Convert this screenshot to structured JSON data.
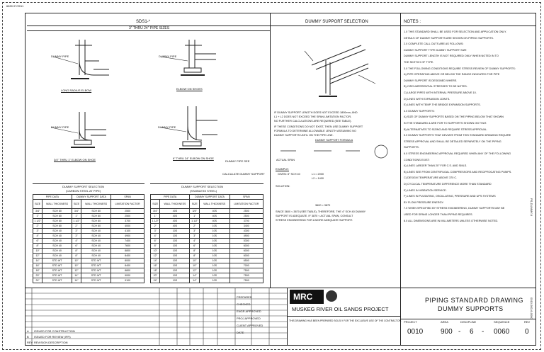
{
  "header_ref": "6830 07/2011",
  "section_title": "SDS1-*",
  "section_subtitle": "3\" THRU 24\" PIPE SIZES",
  "center_title": "DUMMY SUPPORT SELECTION",
  "notes_title": "NOTES :",
  "sketches": [
    {
      "id": "s1",
      "caption": "LONG RADIUS ELBOW",
      "label": "DUMMY PIPE"
    },
    {
      "id": "s2",
      "caption": "ELBOW ON SHOES",
      "label": "DUMMY PIPE"
    },
    {
      "id": "s3",
      "caption": "3/4\" THRU 1\" ELBOW ON SHOE",
      "label": "DUMMY PIPE"
    },
    {
      "id": "s4",
      "caption": "6\" THRU 24\" ELBOW ON SHOE",
      "label": "DUMMY PIPE"
    }
  ],
  "tables": [
    {
      "title": "DUMMY SUPPORT SELECTION",
      "subtitle": "(CARBON STEEL AT PIPE)",
      "group_headers": [
        "PIPE DATA",
        "DUMMY SUPPORT DATA",
        "SPAN"
      ],
      "columns": [
        "SIZE",
        "WALL THICKNESS",
        "SIZE",
        "WALL THICKNESS",
        "LIMITATION FACTOR"
      ],
      "rows": [
        [
          "3/4\"",
          "SCH 80",
          "3/4\"",
          "SCH 80",
          "2500"
        ],
        [
          "1\"",
          "SCH 80",
          "1\"",
          "SCH 80",
          "2500"
        ],
        [
          "1 1/2\"",
          "SCH 80",
          "1 1/2\"",
          "SCH 80",
          "3700"
        ],
        [
          "2\"",
          "SCH 80",
          "2\"",
          "SCH 80",
          "4000"
        ],
        [
          "3\"",
          "SCH 40",
          "3\"",
          "SCH 40",
          "4100"
        ],
        [
          "4\"",
          "SCH 40",
          "3\"",
          "SCH 40",
          "4900"
        ],
        [
          "6\"",
          "SCH 40",
          "4\"",
          "SCH 40",
          "7400"
        ],
        [
          "8\"",
          "SCH 40",
          "6\"",
          "SCH 40",
          "7600"
        ],
        [
          "10\"",
          "SCH 40",
          "8\"",
          "SCH 40",
          "8800"
        ],
        [
          "12\"",
          "SCH 40",
          "8\"",
          "SCH 40",
          "8400"
        ],
        [
          "14\"",
          "STD WT",
          "10\"",
          "STD WT",
          "8000"
        ],
        [
          "16\"",
          "STD WT",
          "10\"",
          "STD WT",
          "8400"
        ],
        [
          "18\"",
          "STD WT",
          "12\"",
          "STD WT",
          "8800"
        ],
        [
          "20\"",
          "STD WT",
          "14\"",
          "STD WT",
          "9000"
        ],
        [
          "24\"",
          "STD WT",
          "14\"",
          "STD WT",
          "9100"
        ]
      ]
    },
    {
      "title": "DUMMY SUPPORT SELECTION",
      "subtitle": "(STAINLESS STEEL)",
      "group_headers": [
        "PIPE DATA",
        "DUMMY SUPPORT DATA",
        "SPAN"
      ],
      "columns": [
        "SIZE",
        "WALL THICKNESS",
        "SIZE",
        "WALL THICKNESS",
        "LIMITATION FACTOR"
      ],
      "rows": [
        [
          "3/4\"",
          "40S",
          "3/4\"",
          "40S",
          "2500"
        ],
        [
          "1\"",
          "40S",
          "1\"",
          "40S",
          "2500"
        ],
        [
          "1 1/2\"",
          "40S",
          "1 1/2\"",
          "40S",
          "3700"
        ],
        [
          "2\"",
          "40S",
          "2\"",
          "10S",
          "3400"
        ],
        [
          "3\"",
          "10S",
          "3\"",
          "10S",
          "4300"
        ],
        [
          "4\"",
          "10S",
          "3\"",
          "10S",
          "4900"
        ],
        [
          "6\"",
          "10S",
          "4\"",
          "10S",
          "5300"
        ],
        [
          "8\"",
          "10S",
          "6\"",
          "10S",
          "6000"
        ],
        [
          "10\"",
          "10S",
          "8\"",
          "10S",
          "6000"
        ],
        [
          "12\"",
          "10S",
          "8\"",
          "10S",
          "6000"
        ],
        [
          "14\"",
          "10S",
          "10\"",
          "10S",
          "6500"
        ],
        [
          "16\"",
          "10S",
          "10\"",
          "10S",
          "7000"
        ],
        [
          "18\"",
          "10S",
          "12\"",
          "10S",
          "7500"
        ],
        [
          "20\"",
          "10S",
          "14\"",
          "10S",
          "7500"
        ],
        [
          "24\"",
          "10S",
          "14\"",
          "10S",
          "7500"
        ]
      ]
    }
  ],
  "center_text": {
    "cond1": "IF DUMMY SUPPORT LENGTH DOES NOT EXCEED 1800mm, AND",
    "cond2": "L1 + L2 DOES NOT EXCEED THE SPAN LIMITATION FACTOR,",
    "cond3": "NO FURTHER CALCULATIONS ARE REQUIRED (SEE TABLE).",
    "cond4": "IF THESE CONDITIONS DO NOT EXIST, THEN USE DUMMY SUPPORT",
    "cond5": "FORMULA TO DETERMINE ALLOWABLE LENGTH ASSUMING NO",
    "cond6": "DUMMY SUPPORTS UNTIL ON THE PIPE LINE.",
    "formula_title": "DUMMY SUPPORT FORMULA",
    "actual_span": "ACTUAL SPAN",
    "example": "EXAMPLE:",
    "ex_given": "GIVEN: 8\" SCH 40",
    "ex_l1": "L1 = 2000",
    "ex_l2": "L2 = 1400",
    "solution": "SOLUTION:",
    "result": "3600 < 3870",
    "closing1": "SINCE 3600 < 3870 (SEE TABLE), THEREFORE, THE 4\" SCH 40 DUMMY",
    "closing2": "SUPPORT IS ADEQUATE. IF 3870 < ACTUAL SPAN, CONSULT",
    "closing3": "STRESS ENGINEERING FOR A MORE ADEQUATE SUPPORT."
  },
  "dummy_pipe_label": "DUMMY PIPE SEE",
  "dummy_pipe_note": "CALCULATE DUMMY SUPPORT",
  "notes": [
    "1.0  THIS STANDARD SHALL BE USED FOR SELECTION AND APPLICATION ONLY.",
    "      DETAILS OF DUMMY SUPPORTS ARE SHOWN ON PIPING SUPPORTS.",
    "2.0  COMPLETE CALL OUTS ARE AS FOLLOWS:",
    "      DUMMY SUPPORT TYPE          DUMMY SUPPORT SIZE",
    "      DUMMY SUPPORT LENGTH IS NOT REQUIRED ONLY WHEN NOTED IN TO",
    "      THE SKETCH OF TYPE.",
    "3.0  THE FOLLOWING CONDITIONS REQUIRE STRESS REVIEW OF DUMMY SUPPORTS:",
    "      A) PIPE OPERATING ABOVE OR BELOW THE RANGE INDICATED FOR PIPE",
    "          DUMMY SUPPORT IS DESIGNED WHERE.",
    "      B) CIRCUMFERENTIAL STRESSES TO BE NOTED.",
    "      C) LARGE PIPES WITH INTERNAL PRESSURE ABOVE 10.",
    "      D) LINES WITH EXPANSION JOINTS.",
    "      E) LINES WITH TEMP. THE BRIDGE EXPANSION SUPPORTS.",
    "4.0  DUMMY SUPPORTS:",
    "      A) SIZE OF DUMMY SUPPORTS BASED ON THE PIPING BELOW THAT SHOWN",
    "          IN THE STANDARD & ARE FOR TO SUPPORTS SHOWN ON THAT.",
    "      B) ALTERNATIVES TO SIZING AND REQUIRE STRESS APPROVAL.",
    "5.0  DUMMY SUPPORTS THAT DEVIATE FROM THIS STANDARD DRAWING REQUIRE",
    "      STRESS APPROVAL AND SHALL BE DETAILED SEPARATELY ON THE PIPING",
    "      SUPPORTS.",
    "6.0  STRESS ENGINEERING APPROVAL REQUIRED WHEN ANY OF THE FOLLOWING",
    "      CONDITIONS EXIST:",
    "      A) LINES LARGER THAN 20\" FOR C.S. AND SMLS.",
    "      B) LINES SEE FROM CENTRIFUGAL COMPRESSORS AND RECIPROCATING PUMPS.",
    "      C) DESIGN TEMPERATURE ABOVE 370 C.",
    "      D) CYCLICAL TEMPERATURE DIFFERENCE MORE THAN STANDARD",
    "      E) LINES IN VIBRATION SERVICE.",
    "      F) LINES IN PULSATING, OSCILLATING, PRESSURE AND UPS SYSTEMS",
    "          BY FLOW PRESSURE ENERGY.",
    "7.0  WHEN SPECIFIED BY STRESS ENGINEERING, DUMMY SUPPORTS MAY BE",
    "      USED FOR SPANS LONGER THAN PIPING REQUIRES.",
    "8.0  ALL DIMENSIONS ARE IN MILLIMETERS UNLESS OTHERWISE NOTED."
  ],
  "title_block": {
    "company": "MRC",
    "project": "MUSKEG RIVER OIL SANDS PROJECT",
    "drawing_title_1": "PIPING STANDARD DRAWING",
    "drawing_title_2": "DUMMY SUPPORTS",
    "project_label": "PROJECT",
    "area_label": "AREA",
    "discipline_label": "DISCIPLINE",
    "sequence_label": "SEQUENCE",
    "rev_label": "REV",
    "project_no": "0010",
    "area": "900",
    "discipline": "6",
    "sequence": "0060",
    "rev": "0",
    "dash1": "-",
    "dash2": "-",
    "revisions": [
      {
        "no": "A",
        "desc": "ISSUED FOR CONSTRUCTION"
      },
      {
        "no": "B",
        "desc": "ISSUED FOR REVIEW (IFR)"
      },
      {
        "no": "REV",
        "desc": "REVISION DESCRIPTION"
      }
    ],
    "sign_labels": [
      "PREPARED",
      "CHECKED",
      "ENGR APPROVED",
      "PROJ APPROVED",
      "CLIENT APPROVED",
      "DATE"
    ],
    "notice": "THIS DRAWING HAS BEEN PREPARED SOLELY FOR THE EXCLUSIVE USE OF THE CONTRACTOR."
  },
  "side_code": "PS-DUMMY-6",
  "side_code2": "0010-900-6-0060"
}
